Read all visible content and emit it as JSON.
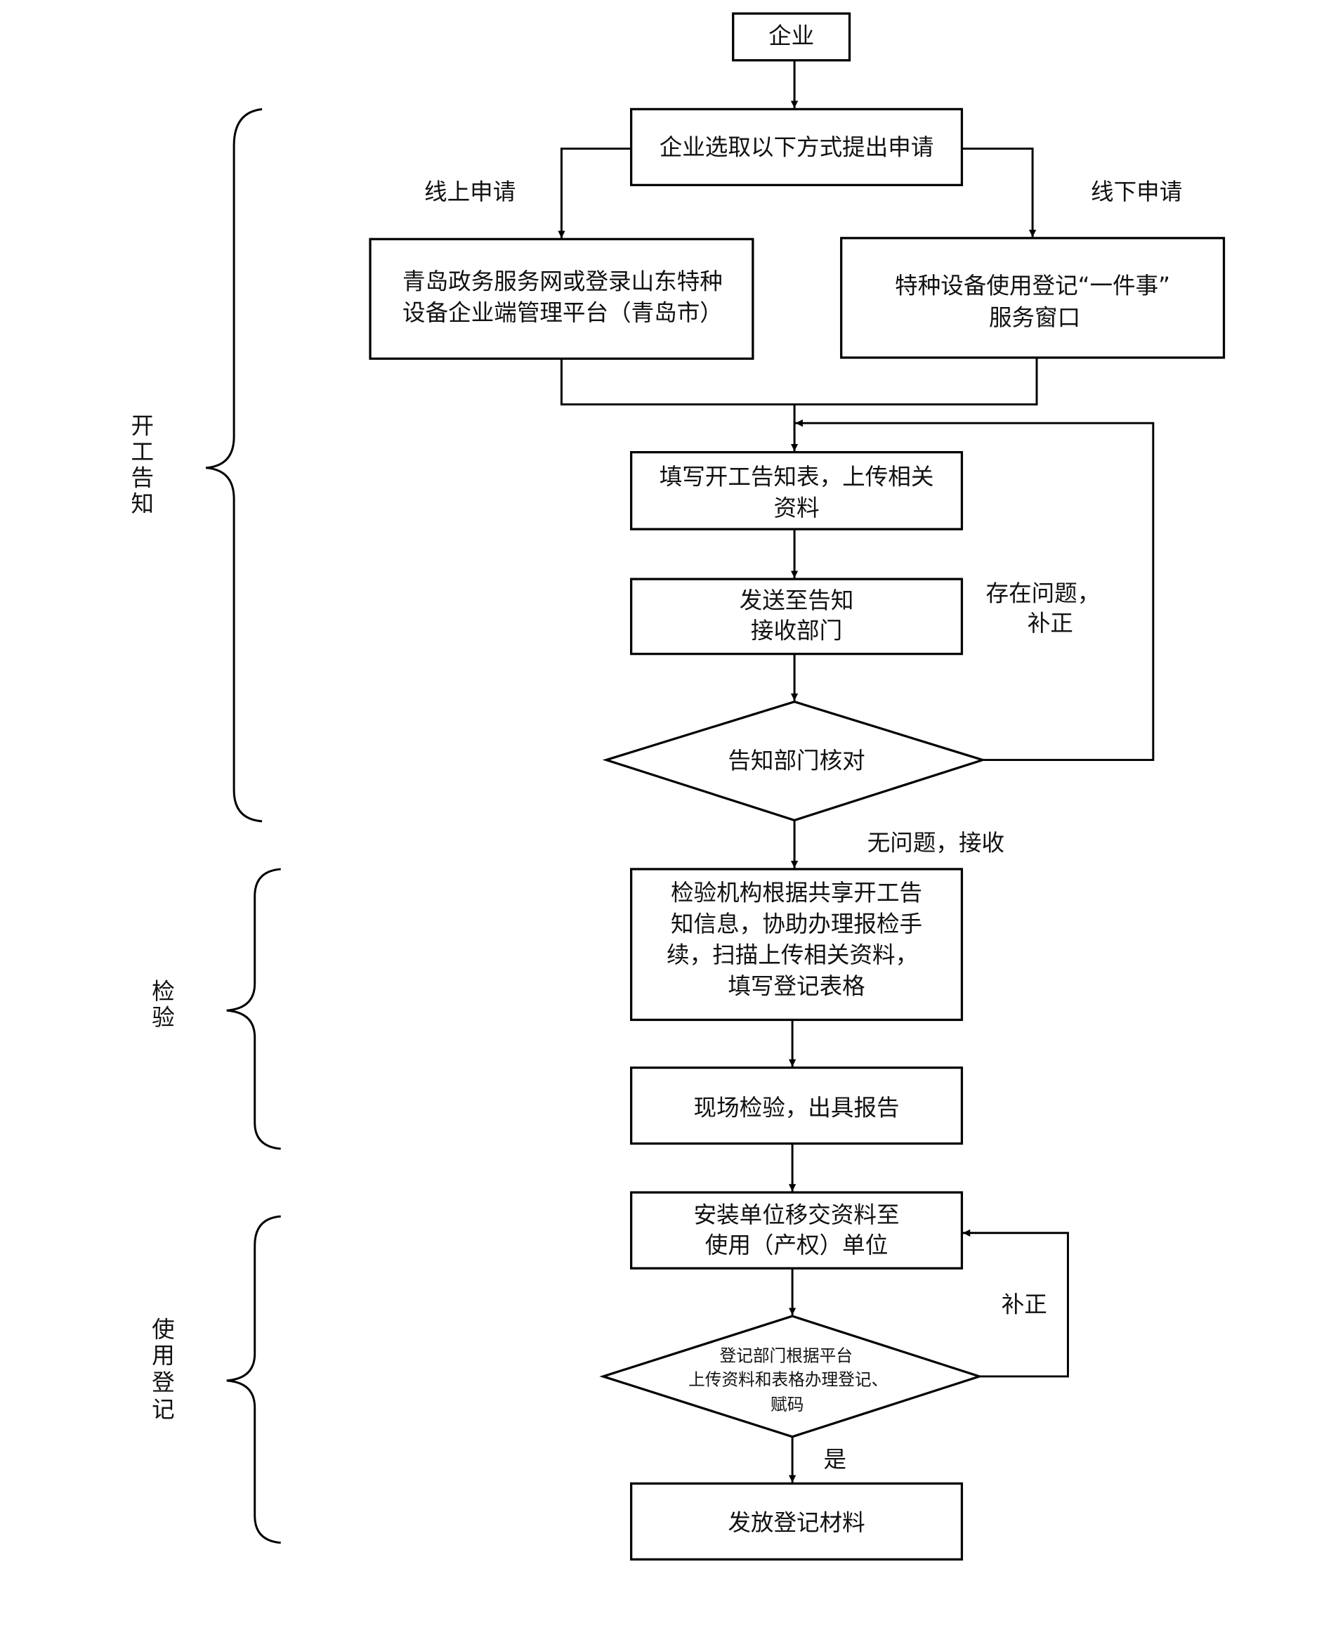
{
  "title": "特种设备使用登记流程图",
  "nodes": {
    "enterprise": {
      "lines": [
        "企业"
      ]
    },
    "apply": {
      "lines": [
        "企业选取以下方式提出申请"
      ]
    },
    "online_platform": {
      "lines": [
        "青岛政务服务网或登录山东特种",
        "设备企业端管理平台（青岛市）"
      ]
    },
    "offline_window": {
      "lines": [
        "特种设备使用登记“一件事”",
        "服务窗口"
      ]
    },
    "fill_form": {
      "lines": [
        "填写开工告知表，上传相关",
        "资料"
      ]
    },
    "send_dept": {
      "lines": [
        "发送至告知",
        "接收部门"
      ]
    },
    "check_decision": {
      "lines": [
        "告知部门核对"
      ]
    },
    "inspection_org": {
      "lines": [
        "检验机构根据共享开工告",
        "知信息，协助办理报检手",
        "续，扫描上传相关资料，",
        "填写登记表格"
      ]
    },
    "onsite_inspection": {
      "lines": [
        "现场检验，出具报告"
      ]
    },
    "transfer_docs": {
      "lines": [
        "安装单位移交资料至",
        "使用（产权）单位"
      ]
    },
    "register_decision": {
      "lines": [
        "登记部门根据平台",
        "上传资料和表格办理登记、",
        "赋码"
      ]
    },
    "issue_materials": {
      "lines": [
        "发放登记材料"
      ]
    }
  },
  "edge_labels": {
    "online": "线上申请",
    "offline": "线下申请",
    "problem_fix": [
      "存在问题，",
      "补正"
    ],
    "no_problem": "无问题，接收",
    "fix": "补正",
    "yes": "是"
  },
  "phases": [
    {
      "label": [
        "开",
        "工",
        "告",
        "知"
      ]
    },
    {
      "label": [
        "检",
        "验"
      ]
    },
    {
      "label": [
        "使",
        "用",
        "登",
        "记"
      ]
    }
  ]
}
